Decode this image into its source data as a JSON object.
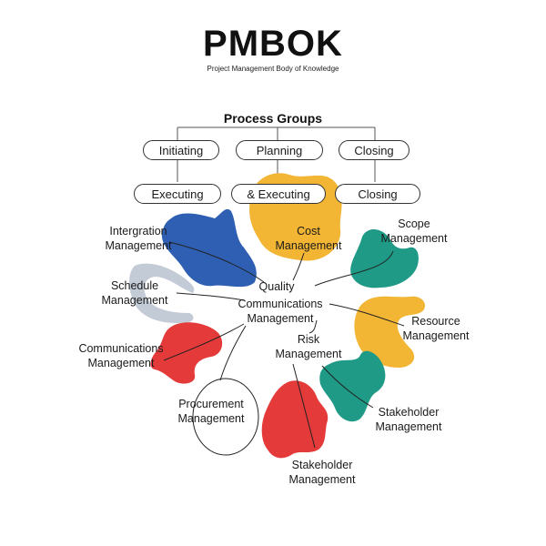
{
  "header": {
    "title": "PMBOK",
    "subtitle": "Project Management Body of Knowledge"
  },
  "process_groups": {
    "title": "Process Groups",
    "row1": [
      "Initiating",
      "Planning",
      "Closing"
    ],
    "row2": [
      "Executing",
      "& Executing",
      "Closing"
    ]
  },
  "knowledge_areas": {
    "integration": [
      "Intergration",
      "Management"
    ],
    "cost": [
      "Cost",
      "Management"
    ],
    "scope": [
      "Scope",
      "Management"
    ],
    "schedule": [
      "Schedule",
      "Management"
    ],
    "quality": "Quality",
    "communications_center": [
      "Communications",
      "Management"
    ],
    "resource": [
      "Resource",
      "Management"
    ],
    "communications_left": [
      "Communications",
      "Management"
    ],
    "risk": [
      "Risk",
      "Management"
    ],
    "procurement": [
      "Procurement",
      "Management"
    ],
    "stakeholder_right": [
      "Stakeholder",
      "Management"
    ],
    "stakeholder_bottom": [
      "Stakeholder",
      "Management"
    ]
  },
  "colors": {
    "blue": "#2f5fb3",
    "yellow": "#f2b534",
    "teal": "#1f9a86",
    "red": "#e53a3a",
    "light_gray": "#c3cbd6"
  }
}
